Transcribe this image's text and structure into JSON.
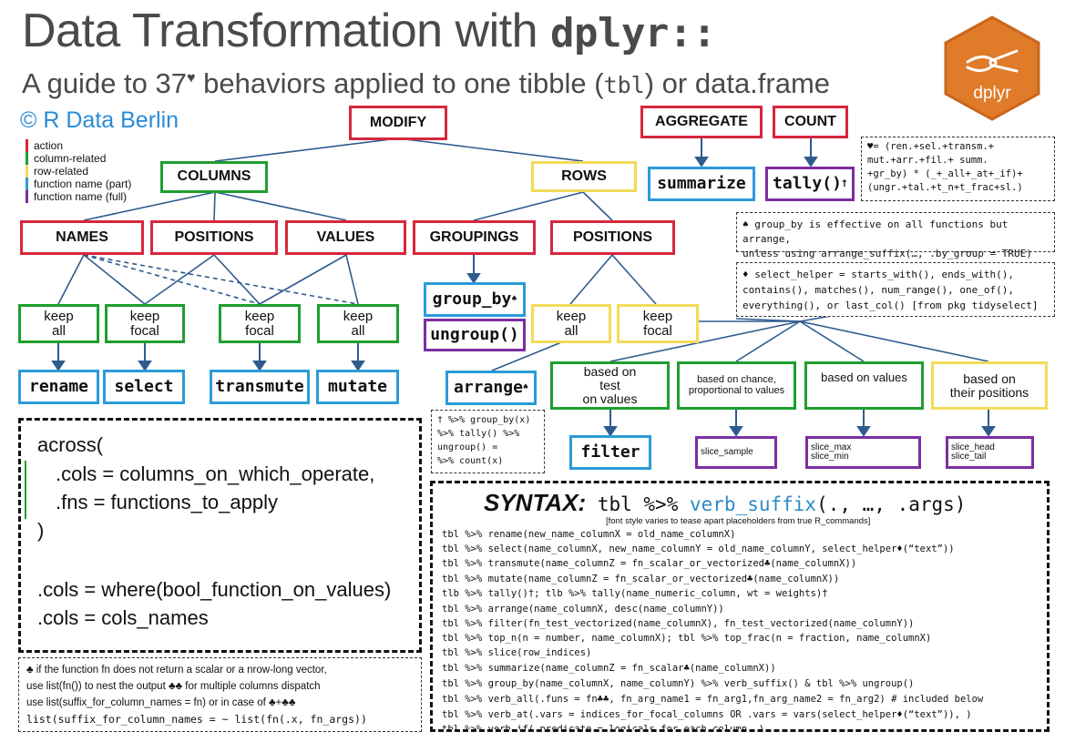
{
  "header": {
    "title_text": "Data Transformation with ",
    "title_code": "dplyr::",
    "subtitle_pre": "A guide to 37",
    "subtitle_mark": "♥",
    "subtitle_mid": " behaviors applied to one tibble (",
    "subtitle_code": "tbl",
    "subtitle_post": ") or data.frame",
    "credit": "© R Data Berlin",
    "logo_text": "dplyr"
  },
  "legend": [
    {
      "label": "action",
      "color": "#d7263d"
    },
    {
      "label": "column-related",
      "color": "#1e9e2e"
    },
    {
      "label": "row-related",
      "color": "#f3db5a"
    },
    {
      "label": "function name (part)",
      "color": "#2b9bd8"
    },
    {
      "label": "function name (full)",
      "color": "#7b2fa0"
    }
  ],
  "colors": {
    "action": "#d7263d",
    "column": "#1e9e2e",
    "row": "#f3db5a",
    "fn_part": "#2b9bd8",
    "fn_full": "#7b2fa0",
    "logo": "#e07b2a"
  },
  "tree": {
    "modify": "MODIFY",
    "aggregate": "AGGREGATE",
    "count": "COUNT",
    "columns": "COLUMNS",
    "rows": "ROWS",
    "names": "NAMES",
    "col_positions": "POSITIONS",
    "values": "VALUES",
    "groupings": "GROUPINGS",
    "row_positions": "POSITIONS",
    "summarize": "summarize",
    "tally": "tally()",
    "tally_mark": "†",
    "keep_all_1": "keep\nall",
    "keep_focal_1": "keep\nfocal",
    "keep_focal_2": "keep\nfocal",
    "keep_all_2": "keep\nall",
    "keep_all_3": "keep\nall",
    "keep_focal_3": "keep\nfocal",
    "rename": "rename",
    "select": "select",
    "transmute": "transmute",
    "mutate": "mutate",
    "group_by": "group_by",
    "group_by_mark": "♠",
    "ungroup": "ungroup()",
    "arrange": "arrange",
    "arrange_mark": "♠",
    "based_test": "based on\ntest\non values",
    "based_chance": "based on chance,\nproportional to values",
    "based_values": "based on values",
    "based_positions": "based on\ntheir positions",
    "filter": "filter",
    "slice_sample": "slice_sample",
    "slice_max": "slice_max\nslice_min",
    "slice_head": "slice_head\nslice_tail"
  },
  "notes": {
    "heart_note": "♥= (ren.+sel.+transm.+\nmut.+arr.+fil.+ summ.\n+gr_by) * (_+_all+_at+_if)+\n(ungr.+tal.+t_n+t_frac+sl.)",
    "spade_note_1": "♠ group_by is effective on all functions but arrange,",
    "spade_note_2": "unless using arrange_suffix(…, .by_group = TRUE)",
    "diamond_note_1": "♦ select_helper = starts_with(), ends_with(),",
    "diamond_note_2": "contains(), matches(), num_range(), one_of(),",
    "diamond_note_3": "everything(), or last_col() [from pkg tidyselect]",
    "dagger_note": "† %>% group_by(x)\n%>% tally() %>%\nungroup() =\n%>% count(x)",
    "fn_note_1": "♣ if the function fn does not return a scalar or a nrow-long vector,",
    "fn_note_2": "use list(fn()) to nest the output  ♣♣ for multiple columns dispatch",
    "fn_note_3": "use list(suffix_for_column_names = fn) or in case of ♣+♣♣",
    "fn_note_4": "list(suffix_for_column_names = ~ list(fn(.x, fn_args))"
  },
  "across": {
    "l1": "across(",
    "l2": ".cols = columns_on_which_operate,",
    "l3": ".fns = functions_to_apply",
    "l4": ")",
    "l5": ".cols = where(bool_function_on_values)",
    "l6": ".cols = cols_names"
  },
  "syntax": {
    "heading": "SYNTAX:",
    "head_code_1": " tbl %>% ",
    "head_code_2": "verb_suffix",
    "head_code_3": "(., …, .args)",
    "subnote": "[font style varies to tease apart placeholders from true R_commands]",
    "lines": [
      "tbl %>% rename(new_name_columnX = old_name_columnX)",
      "tbl %>% select(name_columnX, new_name_columnY = old_name_columnY, select_helper♦(“text”))",
      "tbl %>% transmute(name_columnZ = fn_scalar_or_vectorized♣(name_columnX))",
      "tbl %>% mutate(name_columnZ = fn_scalar_or_vectorized♣(name_columnX))",
      "tlb %>% tally()†; tlb %>% tally(name_numeric_column, wt = weights)†",
      "tbl %>% arrange(name_columnX, desc(name_columnY))",
      "tbl %>% filter(fn_test_vectorized(name_columnX), fn_test_vectorized(name_columnY))",
      "tbl %>% top_n(n = number, name_columnX); tbl %>% top_frac(n = fraction, name_columnX)",
      "tbl %>% slice(row_indices)",
      "tbl %>% summarize(name_columnZ = fn_scalar♣(name_columnX))",
      "tbl %>% group_by(name_columnX, name_columnY) %>% verb_suffix() & tbl %>% ungroup()",
      "tbl %>% verb_all(.funs = fn♣♣, fn_arg_name1 = fn_arg1,fn_arg_name2 = fn_arg2) #  included below",
      "tbl %>% verb_at(.vars = indices_for_focal_columns OR .vars = vars(select_helper♦(“text”)),  )",
      "tbl %>% verb_if(.predicate = logicals_for_each_column,  )"
    ]
  }
}
